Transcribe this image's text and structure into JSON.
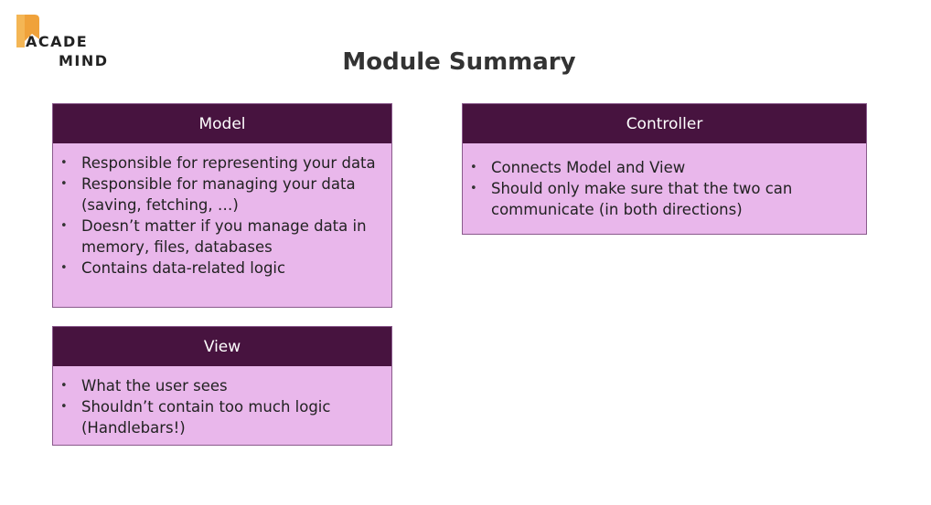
{
  "logo": {
    "line1": "ACADE",
    "line2": "MIND",
    "colors": {
      "flag": "#f0a23a",
      "text": "#222222"
    }
  },
  "title": "Module Summary",
  "colors": {
    "header_bg": "#47133f",
    "box_bg": "#e9b7eb",
    "title_text": "#333333"
  },
  "boxes": {
    "model": {
      "title": "Model",
      "items": [
        "Responsible for representing your data",
        "Responsible for managing your data (saving, fetching, …)",
        "Doesn’t matter if you manage data in memory, files, databases",
        "Contains data-related logic"
      ]
    },
    "view": {
      "title": "View",
      "items": [
        "What the user sees",
        "Shouldn’t contain too much logic (Handlebars!)"
      ]
    },
    "controller": {
      "title": "Controller",
      "items": [
        "Connects Model and View",
        "Should only make sure that the two can communicate (in both directions)"
      ]
    }
  }
}
